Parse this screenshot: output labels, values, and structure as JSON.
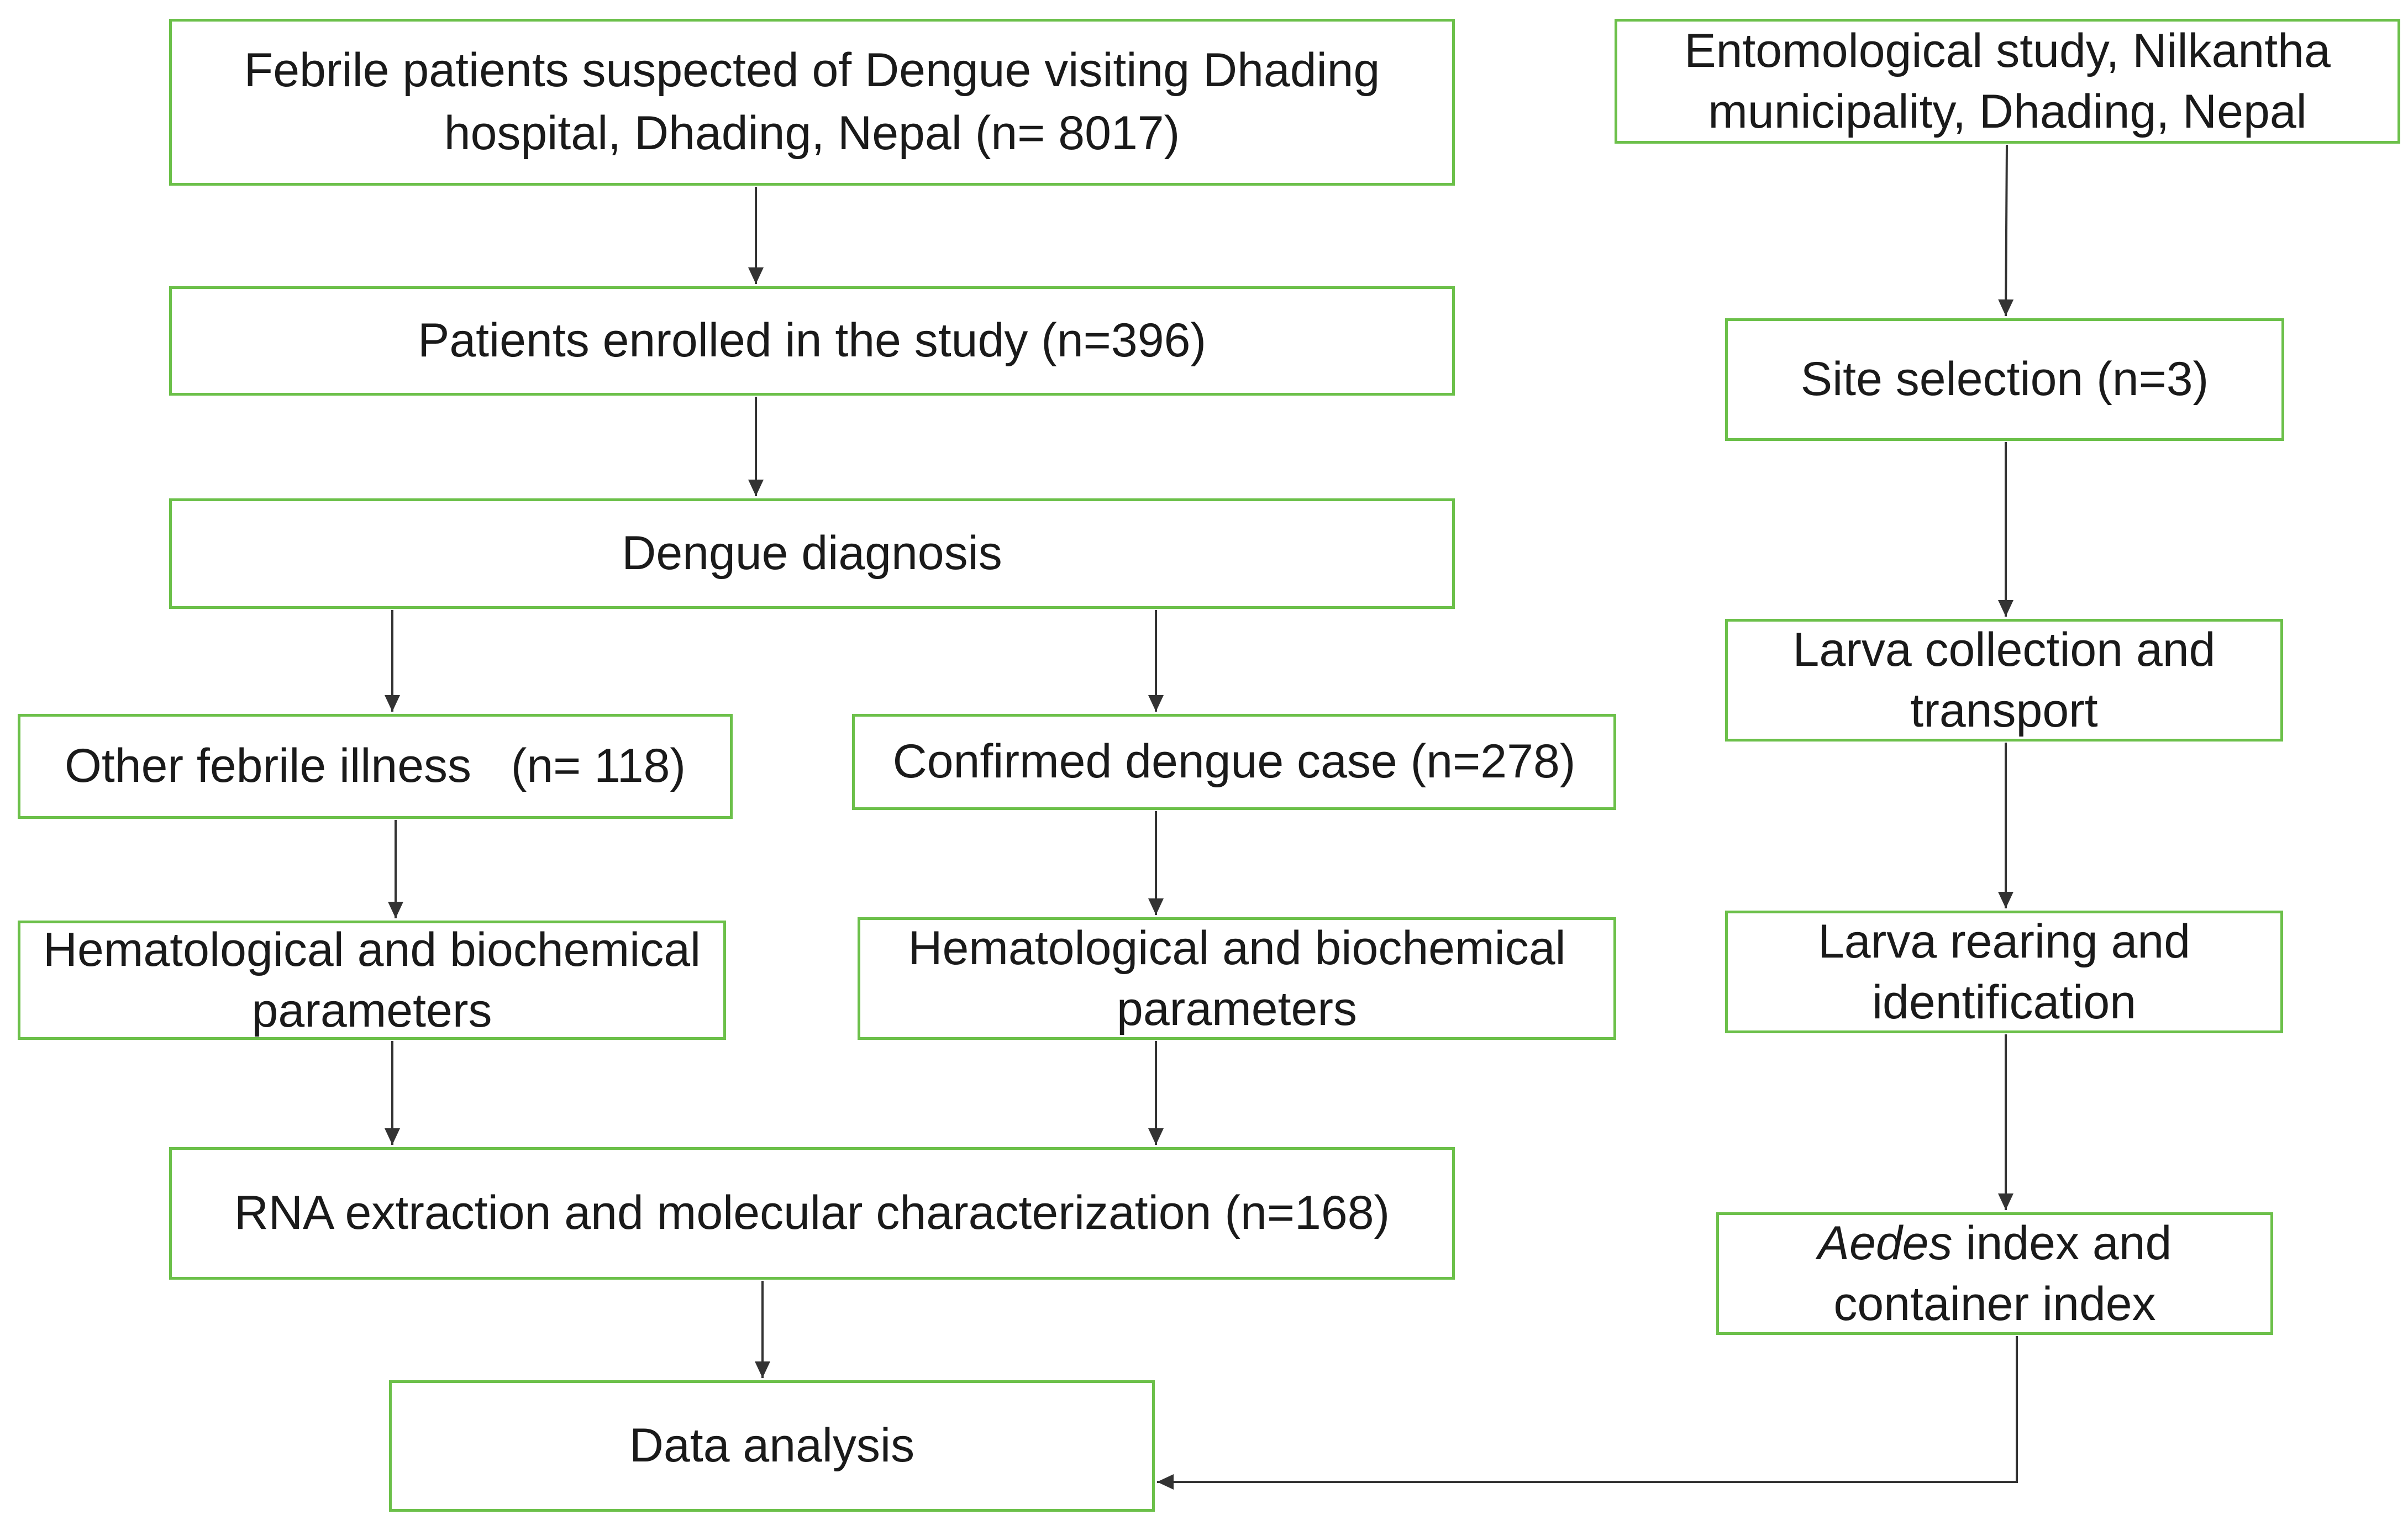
{
  "boxes": {
    "febrile_patients": "Febrile patients suspected of Dengue visiting Dhading hospital, Dhading, Nepal (n= 8017)",
    "patients_enrolled": "Patients enrolled in the study (n=396)",
    "dengue_diagnosis": "Dengue diagnosis",
    "other_febrile": "Other febrile illness   (n= 118)",
    "confirmed_dengue": "Confirmed dengue case (n=278)",
    "hema_bio_left": "Hematological and biochemical parameters",
    "hema_bio_right": "Hematological and biochemical parameters",
    "rna_extraction": "RNA extraction and molecular characterization (n=168)",
    "data_analysis": "Data analysis",
    "entomological": "Entomological study, Nilkantha municipality, Dhading, Nepal",
    "site_selection": "Site selection (n=3)",
    "larva_collection": "Larva collection and transport",
    "larva_rearing": "Larva rearing and identification",
    "aedes_italic": "Aedes",
    "aedes_rest": " index and container index"
  },
  "colors": {
    "box_border": "#6cc04a",
    "arrow": "#333333",
    "text": "#1a1a1a"
  }
}
